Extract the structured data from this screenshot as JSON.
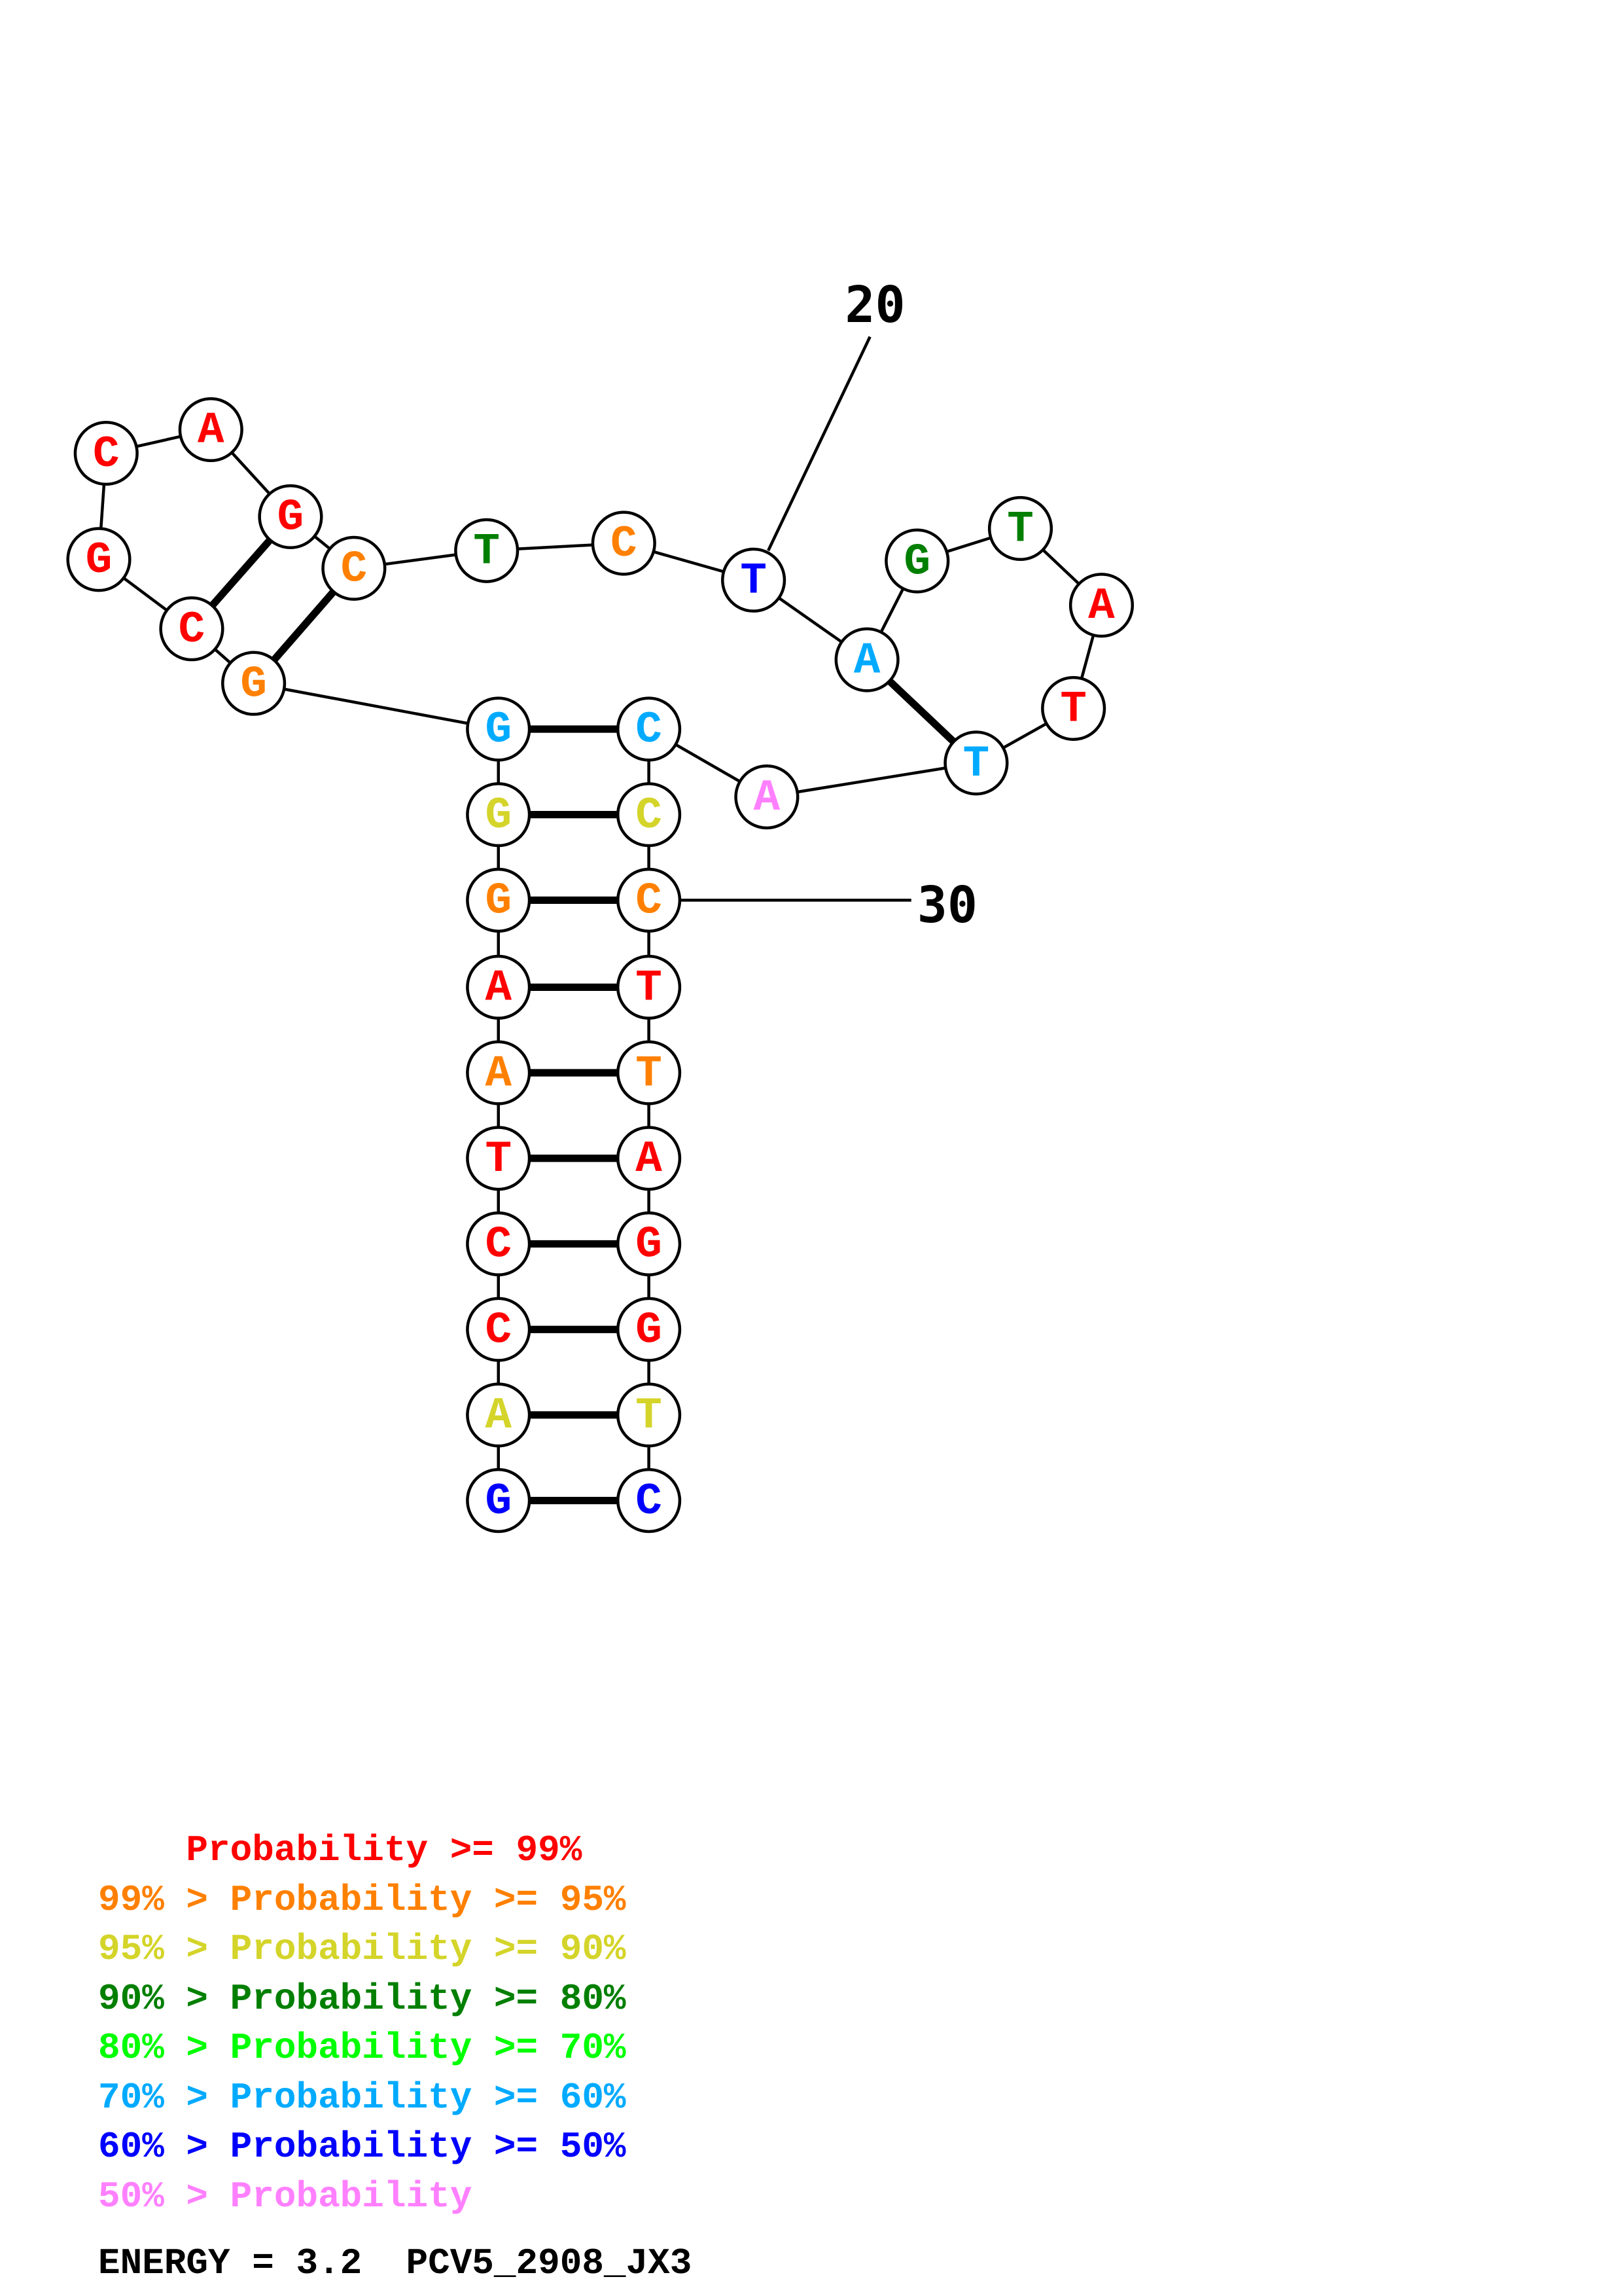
{
  "title": "PCV5_2908_JX3",
  "energy_label": "ENERGY = 3.2",
  "colors": {
    "p99": "#ff0000",
    "p95": "#ff8000",
    "p90": "#d4d42a",
    "p80": "#007f00",
    "p70": "#00ff00",
    "p60": "#00aaff",
    "p50": "#0000ff",
    "plow": "#ff80ff"
  },
  "legend": [
    {
      "range": "    ",
      "text": "Probability >= 99%",
      "color_key": "p99"
    },
    {
      "range": "99% > ",
      "text": "Probability >= 95%",
      "color_key": "p95"
    },
    {
      "range": "95% > ",
      "text": "Probability >= 90%",
      "color_key": "p90"
    },
    {
      "range": "90% > ",
      "text": "Probability >= 80%",
      "color_key": "p80"
    },
    {
      "range": "80% > ",
      "text": "Probability >= 70%",
      "color_key": "p70"
    },
    {
      "range": "70% > ",
      "text": "Probability >= 60%",
      "color_key": "p60"
    },
    {
      "range": "60% > ",
      "text": "Probability >= 50%",
      "color_key": "p50"
    },
    {
      "range": "50% > ",
      "text": "Probability",
      "color_key": "plow"
    }
  ],
  "position_labels": [
    {
      "index": 20,
      "text": "20"
    },
    {
      "index": 30,
      "text": "30"
    }
  ],
  "sequence": [
    {
      "n": 1,
      "base": "G",
      "prob": "p50"
    },
    {
      "n": 2,
      "base": "A",
      "prob": "p90"
    },
    {
      "n": 3,
      "base": "C",
      "prob": "p99"
    },
    {
      "n": 4,
      "base": "C",
      "prob": "p99"
    },
    {
      "n": 5,
      "base": "T",
      "prob": "p99"
    },
    {
      "n": 6,
      "base": "A",
      "prob": "p95"
    },
    {
      "n": 7,
      "base": "A",
      "prob": "p99"
    },
    {
      "n": 8,
      "base": "G",
      "prob": "p95"
    },
    {
      "n": 9,
      "base": "G",
      "prob": "p90"
    },
    {
      "n": 10,
      "base": "G",
      "prob": "p60"
    },
    {
      "n": 11,
      "base": "G",
      "prob": "p95"
    },
    {
      "n": 12,
      "base": "C",
      "prob": "p99"
    },
    {
      "n": 13,
      "base": "G",
      "prob": "p99"
    },
    {
      "n": 14,
      "base": "C",
      "prob": "p99"
    },
    {
      "n": 15,
      "base": "A",
      "prob": "p99"
    },
    {
      "n": 16,
      "base": "G",
      "prob": "p99"
    },
    {
      "n": 17,
      "base": "C",
      "prob": "p95"
    },
    {
      "n": 18,
      "base": "T",
      "prob": "p80"
    },
    {
      "n": 19,
      "base": "C",
      "prob": "p95"
    },
    {
      "n": 20,
      "base": "T",
      "prob": "p50"
    },
    {
      "n": 21,
      "base": "A",
      "prob": "p60"
    },
    {
      "n": 22,
      "base": "G",
      "prob": "p80"
    },
    {
      "n": 23,
      "base": "T",
      "prob": "p80"
    },
    {
      "n": 24,
      "base": "A",
      "prob": "p99"
    },
    {
      "n": 25,
      "base": "T",
      "prob": "p99"
    },
    {
      "n": 26,
      "base": "T",
      "prob": "p60"
    },
    {
      "n": 27,
      "base": "A",
      "prob": "plow"
    },
    {
      "n": 28,
      "base": "C",
      "prob": "p60"
    },
    {
      "n": 29,
      "base": "C",
      "prob": "p90"
    },
    {
      "n": 30,
      "base": "C",
      "prob": "p95"
    },
    {
      "n": 31,
      "base": "T",
      "prob": "p99"
    },
    {
      "n": 32,
      "base": "T",
      "prob": "p95"
    },
    {
      "n": 33,
      "base": "A",
      "prob": "p99"
    },
    {
      "n": 34,
      "base": "G",
      "prob": "p99"
    },
    {
      "n": 35,
      "base": "G",
      "prob": "p99"
    },
    {
      "n": 36,
      "base": "T",
      "prob": "p90"
    },
    {
      "n": 37,
      "base": "C",
      "prob": "p50"
    }
  ],
  "pairs": [
    [
      1,
      37
    ],
    [
      2,
      36
    ],
    [
      3,
      35
    ],
    [
      4,
      34
    ],
    [
      5,
      33
    ],
    [
      6,
      32
    ],
    [
      7,
      31
    ],
    [
      8,
      30
    ],
    [
      9,
      29
    ],
    [
      10,
      28
    ],
    [
      11,
      17
    ],
    [
      12,
      16
    ],
    [
      21,
      26
    ]
  ]
}
